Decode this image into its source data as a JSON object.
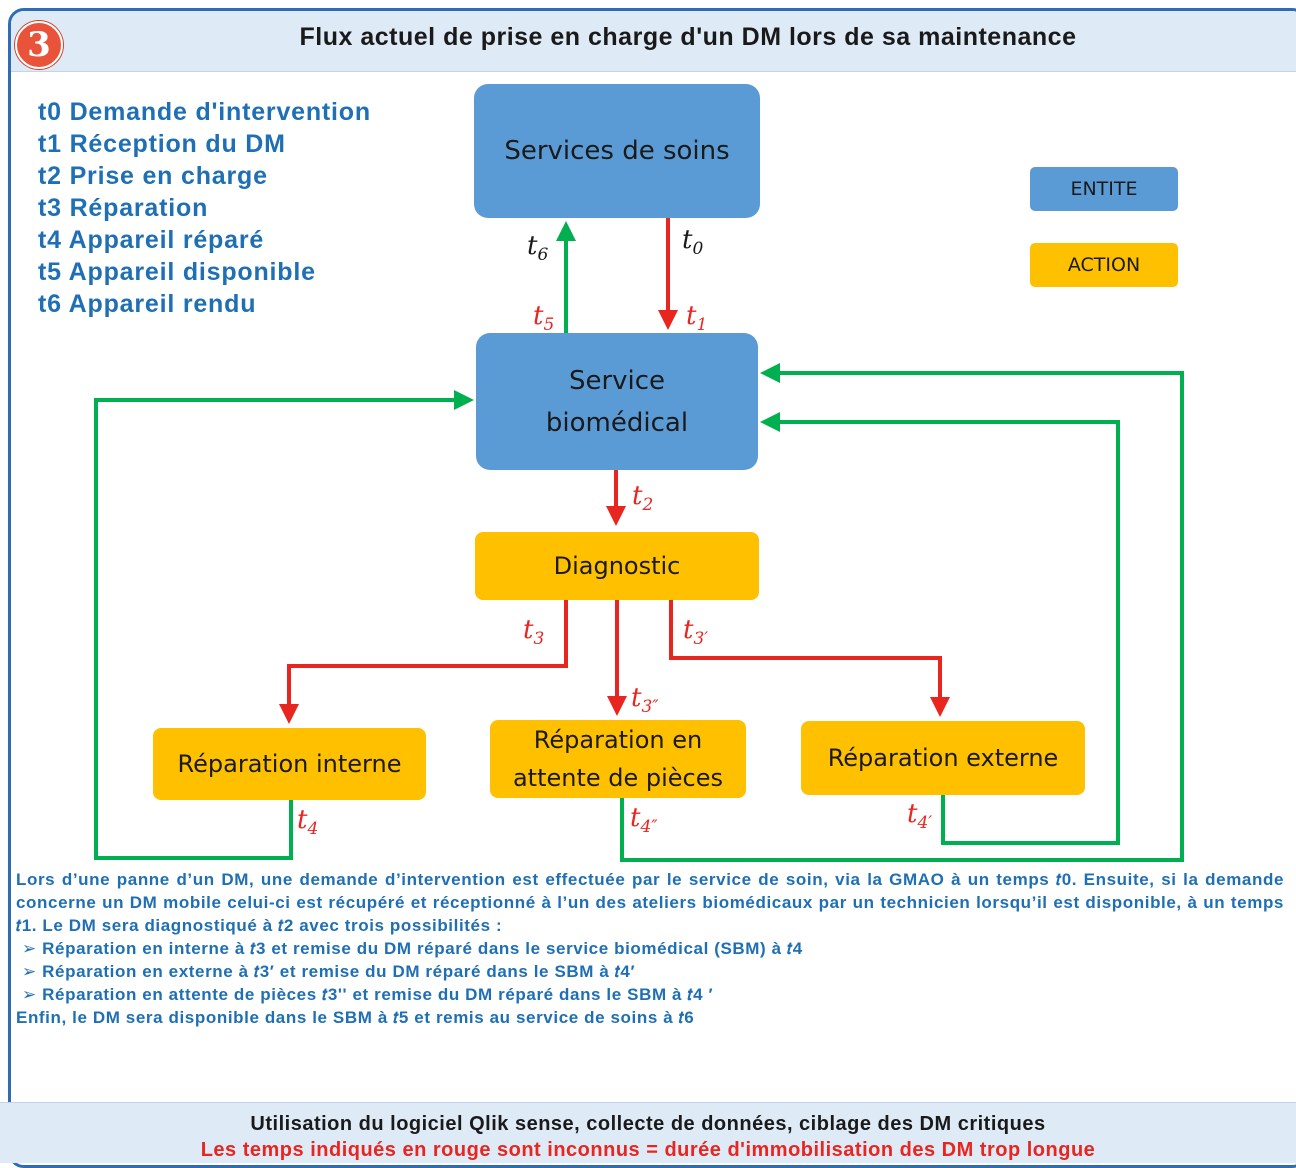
{
  "header": {
    "badge": "3",
    "title": "Flux actuel de prise en charge d'un DM lors de sa maintenance"
  },
  "time_legend": [
    "t0 Demande d'intervention",
    "t1 Réception du DM",
    "t2 Prise en charge",
    "t3 Réparation",
    "t4 Appareil réparé",
    "t5 Appareil disponible",
    "t6 Appareil rendu"
  ],
  "nodes": {
    "services_de_soins": "Services de soins",
    "service_biomedical_line1": "Service",
    "service_biomedical_line2": "biomédical",
    "diagnostic": "Diagnostic",
    "reparation_interne": "Réparation interne",
    "reparation_attente_line1": "Réparation en",
    "reparation_attente_line2": "attente de pièces",
    "reparation_externe": "Réparation externe"
  },
  "legend": {
    "entite": "ENTITE",
    "action": "ACTION"
  },
  "colors": {
    "entity": "#5b9bd5",
    "action": "#ffc000",
    "known_time_arrow": "#00b050",
    "unknown_time_arrow": "#e8251f",
    "header_bg": "#dfeaf7",
    "text_blue": "#1f6fb4",
    "badge": "#e8533a"
  },
  "edges": {
    "t6": {
      "base": "t",
      "sub": "6",
      "color": "#1a1a1a"
    },
    "t0": {
      "base": "t",
      "sub": "0",
      "color": "#1a1a1a"
    },
    "t5": {
      "base": "t",
      "sub": "5",
      "color": "#e8251f"
    },
    "t1": {
      "base": "t",
      "sub": "1",
      "color": "#e8251f"
    },
    "t2": {
      "base": "t",
      "sub": "2",
      "color": "#e8251f"
    },
    "t3": {
      "base": "t",
      "sub": "3",
      "color": "#e8251f"
    },
    "t3p": {
      "base": "t",
      "sub": "3′",
      "color": "#e8251f"
    },
    "t3pp": {
      "base": "t",
      "sub": "3″",
      "color": "#e8251f"
    },
    "t4": {
      "base": "t",
      "sub": "4",
      "color": "#e8251f"
    },
    "t4pp": {
      "base": "t",
      "sub": "4″",
      "color": "#e8251f"
    },
    "t4p": {
      "base": "t",
      "sub": "4′",
      "color": "#e8251f"
    }
  },
  "description": {
    "intro": "Lors d’une panne d’un DM, une demande d’intervention est effectuée par le service de soin, via la GMAO à un temps 𝑡0. Ensuite, si la demande concerne un DM mobile celui-ci est récupéré et réceptionné à l’un des ateliers biomédicaux par un technicien lorsqu’il est disponible, à un temps 𝑡1. Le DM sera diagnostiqué à 𝑡2 avec trois possibilités :",
    "items": [
      "Réparation en interne à 𝑡3 et remise du DM réparé dans le service biomédical (SBM) à 𝑡4",
      "Réparation en externe à 𝑡3′ et remise du DM réparé dans le SBM à 𝑡4′",
      "Réparation en attente de pièces 𝑡3'' et remise du DM réparé dans le SBM à 𝑡4 ′"
    ],
    "conclusion": "Enfin, le DM sera disponible dans le SBM à 𝑡5 et remis au service de soins à 𝑡6"
  },
  "footer": {
    "line1": "Utilisation du logiciel  Qlik sense, collecte de données, ciblage des DM critiques",
    "line2": "Les temps indiqués en rouge sont inconnus = durée d'immobilisation des DM trop longue"
  }
}
